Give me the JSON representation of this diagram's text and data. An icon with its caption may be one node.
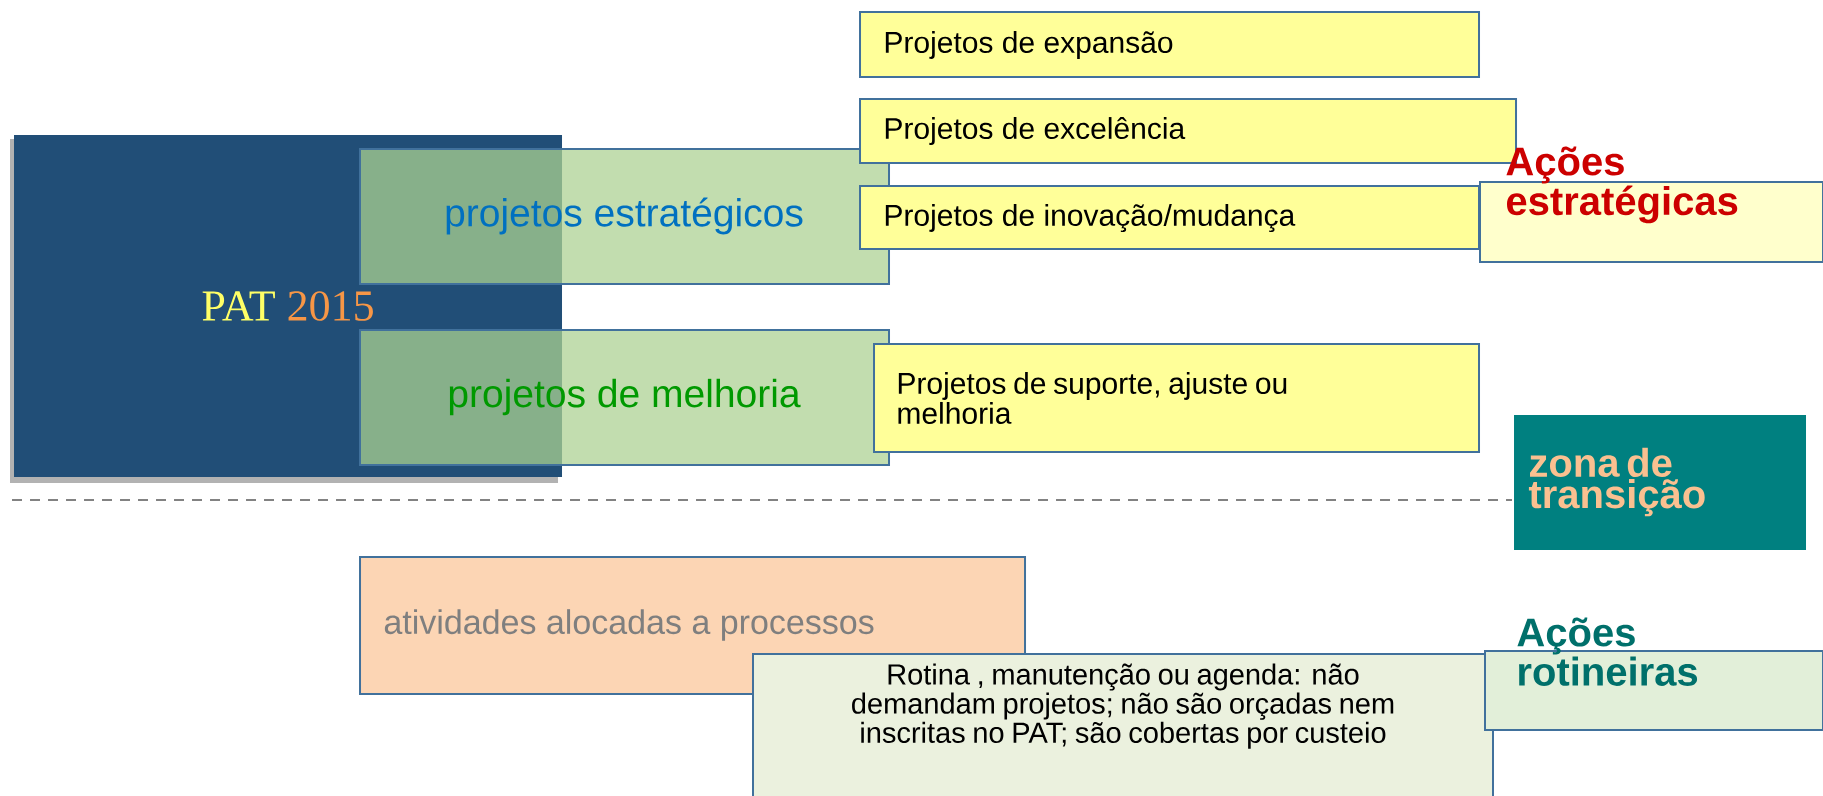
{
  "diagram": {
    "nodes": [
      {
        "text": [
          "PAT",
          "2015"
        ]
      },
      {
        "text": [
          "projetos estratégicos"
        ]
      },
      {
        "text": [
          "projetos de melhoria"
        ]
      },
      {
        "text": [
          "Projetos de expansão"
        ]
      },
      {
        "text": [
          "Projetos de excelência"
        ]
      },
      {
        "text": [
          "Projetos de inovação/mudança"
        ]
      },
      {
        "text": [
          "Ações estratégicas"
        ]
      },
      {
        "text": [
          "Projetos de suporte, ajuste ou melhoria"
        ]
      },
      {
        "text": [
          "zona de transição"
        ]
      },
      {
        "text": [
          "atividades alocadas a processos"
        ]
      },
      {
        "text": [
          "Rotina , manutenção ou agenda: não demandam projetos; não são orçadas nem inscritas no PAT; são cobertas por custeio"
        ]
      },
      {
        "text": [
          "Ações rotineiras"
        ]
      }
    ]
  }
}
